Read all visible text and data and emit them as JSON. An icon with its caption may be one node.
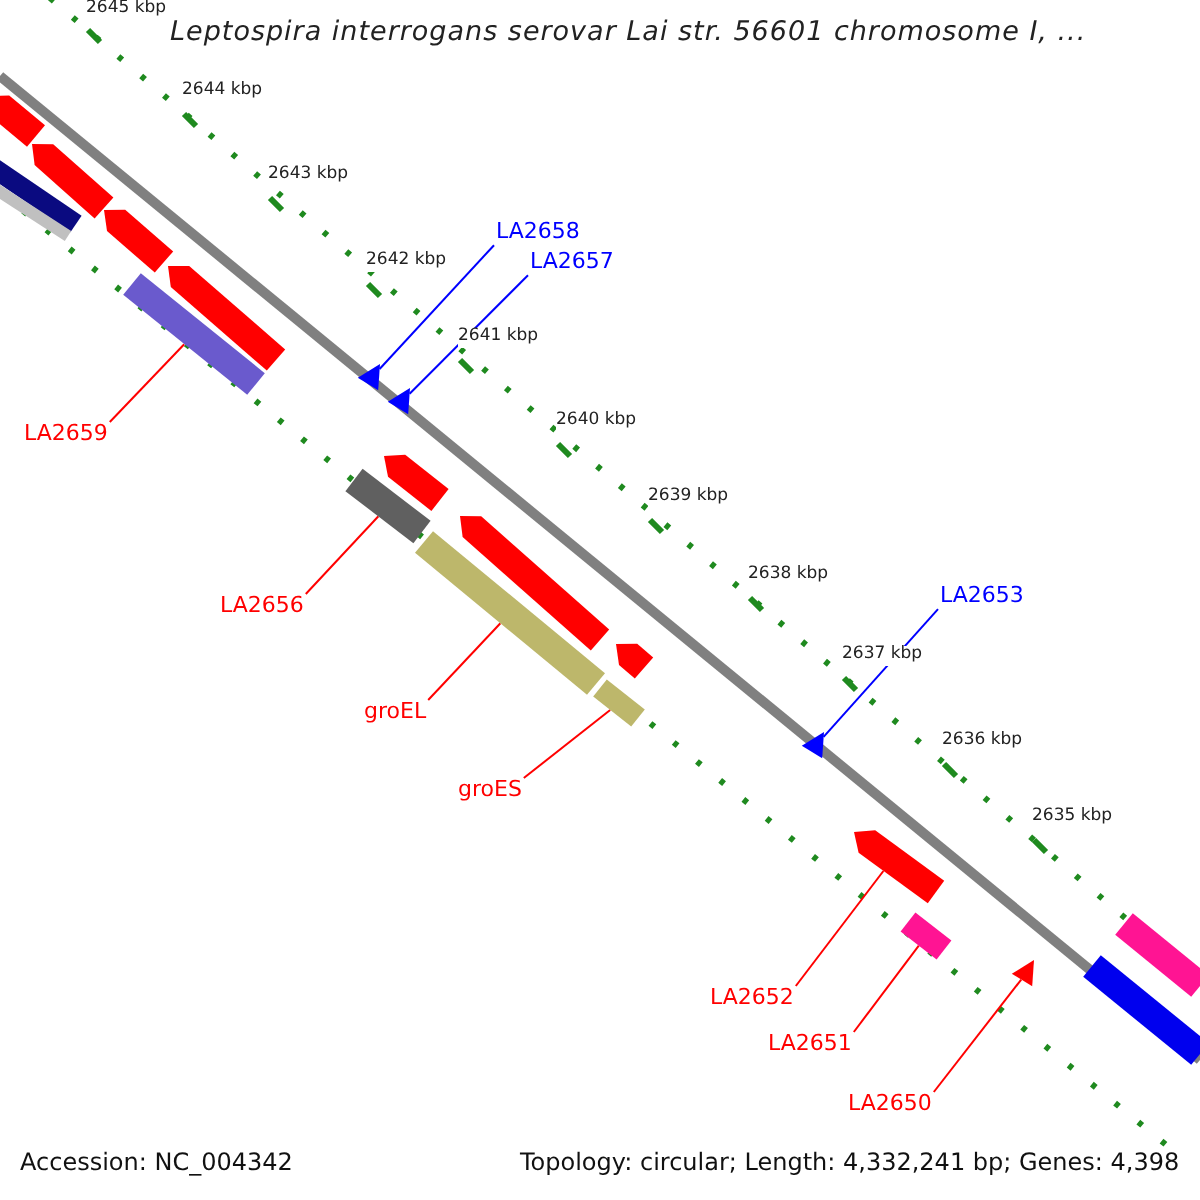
{
  "diagram": {
    "title": "Leptospira interrogans serovar Lai str. 56601 chromosome I, ...",
    "nodes": [
      {
        "text": [
          "LA2658"
        ]
      },
      {
        "text": [
          "LA2657"
        ]
      },
      {
        "text": [
          "LA2659"
        ]
      },
      {
        "text": [
          "LA2656"
        ]
      },
      {
        "text": [
          "groEL"
        ]
      },
      {
        "text": [
          "groES"
        ]
      },
      {
        "text": [
          "LA2653"
        ]
      },
      {
        "text": [
          "LA2652"
        ]
      },
      {
        "text": [
          "LA2651"
        ]
      },
      {
        "text": [
          "LA2650"
        ]
      },
      {
        "text": [],
        "shape": "triangle"
      },
      {
        "text": [],
        "shape": "triangle"
      },
      {
        "text": [],
        "shape": "bar"
      },
      {
        "text": [],
        "shape": "bar"
      },
      {
        "text": [],
        "shape": "bar"
      },
      {
        "text": [],
        "shape": "bar"
      },
      {
        "text": [],
        "shape": "triangle"
      },
      {
        "text": [],
        "shape": "arrow"
      },
      {
        "text": [],
        "shape": "bar"
      },
      {
        "text": [],
        "shape": "triangle"
      },
      {
        "text": [],
        "shape": "arrow"
      },
      {
        "text": [],
        "shape": "arrow"
      },
      {
        "text": [],
        "shape": "arrow"
      },
      {
        "text": [],
        "shape": "arrow"
      },
      {
        "text": [],
        "shape": "bar"
      },
      {
        "text": [],
        "shape": "bar"
      },
      {
        "text": [],
        "shape": "arrow"
      },
      {
        "text": [],
        "shape": "arrow"
      },
      {
        "text": [],
        "shape": "arrow"
      },
      {
        "text": [],
        "shape": "bar"
      },
      {
        "text": [],
        "shape": "bar"
      }
    ],
    "edges": [
      {
        "from": 0,
        "to": 10,
        "arrow": "none",
        "color": "#0000ff"
      },
      {
        "from": 1,
        "to": 11,
        "arrow": "none",
        "color": "#0000ff"
      },
      {
        "from": 2,
        "to": 12,
        "arrow": "none"
      },
      {
        "from": 3,
        "to": 13,
        "arrow": "none"
      },
      {
        "from": 4,
        "to": 14,
        "arrow": "none"
      },
      {
        "from": 5,
        "to": 15,
        "arrow": "none"
      },
      {
        "from": 6,
        "to": 16,
        "arrow": "none",
        "color": "#0000ff"
      },
      {
        "from": 7,
        "to": 17,
        "arrow": "none"
      },
      {
        "from": 8,
        "to": 18,
        "arrow": "none"
      },
      {
        "from": 9,
        "to": 19,
        "arrow": "none"
      }
    ],
    "labels": [
      "2645 kbp",
      "2644 kbp",
      "2643 kbp",
      "2642 kbp",
      "2641 kbp",
      "2640 kbp",
      "2639 kbp",
      "2638 kbp",
      "2637 kbp",
      "2636 kbp",
      "2635 kbp",
      "Accession: NC_004342",
      "Topology: circular; Length: 4,332,241 bp; Genes: 4,398"
    ]
  }
}
